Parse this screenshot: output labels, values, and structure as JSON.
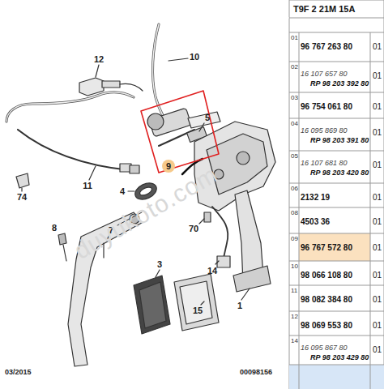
{
  "diagram": {
    "labels": [
      "12",
      "10",
      "5",
      "9",
      "74",
      "11",
      "4",
      "70",
      "8",
      "7",
      "14",
      "3",
      "1",
      "15",
      "03/2015",
      "00098156",
      "duyukoto.com",
      "T9F 2 21M 15A",
      "01",
      "96 767 263 80",
      "01",
      "02",
      "16 107 657 80",
      "RP 98 203 392 80",
      "01",
      "03",
      "96 754 061 80",
      "01",
      "04",
      "16 095 869 80",
      "RP 98 203 391 80",
      "01",
      "05",
      "16 107 681 80",
      "RP 98 203 420 80",
      "01",
      "06",
      "2132 19",
      "01",
      "08",
      "4503 36",
      "01",
      "09",
      "96 767 572 80",
      "01",
      "10",
      "98 066 108 80",
      "01",
      "11",
      "98 082 384 80",
      "01",
      "12",
      "98 069 553 80",
      "01",
      "14",
      "16 095 867 80",
      "RP 98 203 429 80",
      "01"
    ]
  }
}
